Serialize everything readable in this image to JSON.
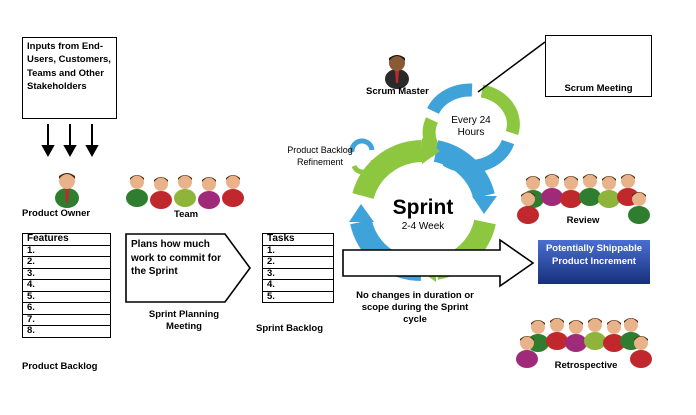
{
  "inputs_box": {
    "text": "Inputs from End-Users, Customers, Teams and Other Stakeholders"
  },
  "product_owner_label": "Product Owner",
  "team_label": "Team",
  "product_backlog": {
    "header": "Features",
    "items": [
      "1.",
      "2.",
      "3.",
      "4.",
      "5.",
      "6.",
      "7.",
      "8."
    ],
    "label": "Product Backlog"
  },
  "sprint_planning": {
    "arrow_text": "Plans how much work to commit for the Sprint",
    "label": "Sprint Planning Meeting"
  },
  "sprint_backlog": {
    "header": "Tasks",
    "items": [
      "1.",
      "2.",
      "3.",
      "4.",
      "5."
    ],
    "label": "Sprint Backlog"
  },
  "scrum_master_label": "Scrum Master",
  "daily_cycle_text": "Every 24 Hours",
  "refinement_label": "Product Backlog Refinement",
  "sprint": {
    "title": "Sprint",
    "duration": "2-4 Week"
  },
  "sprint_note": "No changes in duration or scope during the Sprint cycle",
  "scrum_meeting_label": "Scrum Meeting",
  "review_label": "Review",
  "increment_text": "Potentially Shippable Product Increment",
  "retrospective_label": "Retrospective",
  "colors": {
    "cycle_green": "#8dc63f",
    "cycle_blue": "#3fa3d9",
    "increment_bg": "#1f3f9a",
    "increment_text": "#ffffff"
  }
}
